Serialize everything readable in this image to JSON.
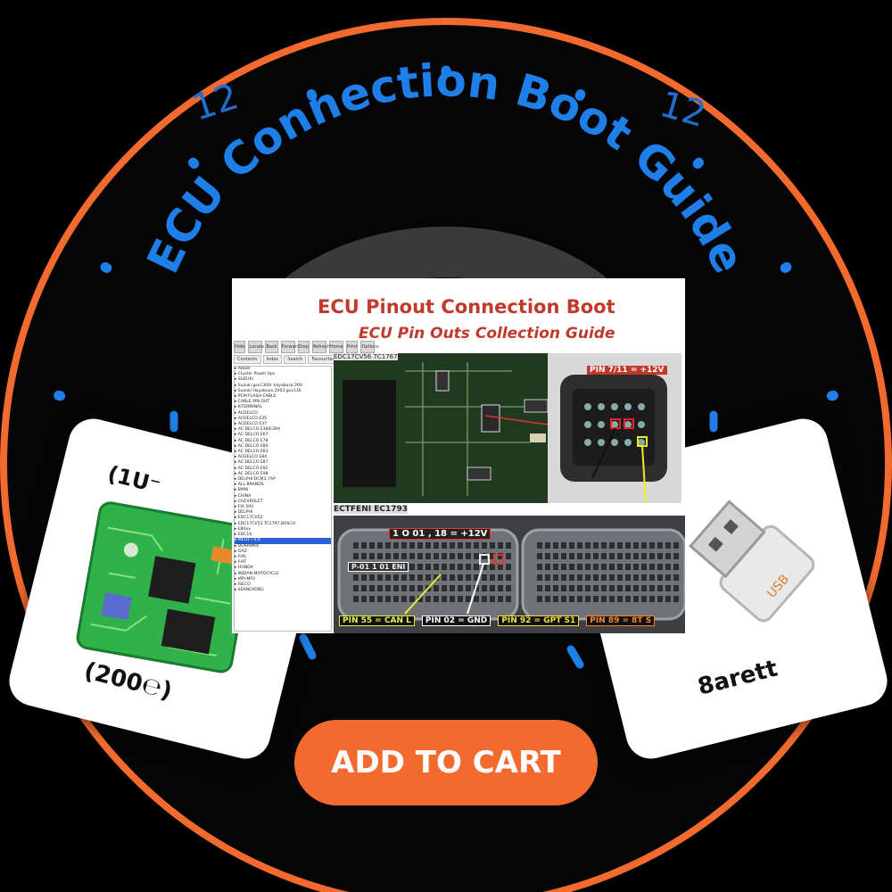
{
  "banner": {
    "curved_title": "ECU Connection Boot Guide",
    "clock_left": "12",
    "clock_right": "12"
  },
  "colors": {
    "accent_blue": "#1f7fe8",
    "accent_orange": "#f26a2e",
    "background": "#000000"
  },
  "card_left": {
    "top_label": "(1U⁻",
    "bottom_label": "(200℮)",
    "icon": "circuit-board-icon"
  },
  "card_right": {
    "bottom_label": "8arett",
    "icon": "usb-drive-icon"
  },
  "screenshot": {
    "title_line1": "ECU Pinout Connection Boot",
    "title_line2": "ECU Pin Outs Collection Guide",
    "toolbar": [
      "Hide",
      "Locate",
      "Back",
      "Forward",
      "Stop",
      "Refresh",
      "Home",
      "Print",
      "Options"
    ],
    "tabs": [
      "Contents",
      "Index",
      "Search",
      "Favourites"
    ],
    "tree": [
      "Abbot",
      "Cluster Power tips",
      "SUZUKI",
      "Suzuki gsx1300r hayabusa 200",
      "Suzuki Hayabusa 2003 gsx130",
      "PCM FLASH CABLE",
      "CABLE PIN OUT",
      "K-TERMINAL",
      "ACDELCO",
      "ACDELCO E35",
      "ACDELCO E37",
      "AC DELCO E38/E39A",
      "AC DELCO E67",
      "AC DELCO E78",
      "AC DELCO E80",
      "AC DELCO E83",
      "ACDELCO E84",
      "AC DELCO E87",
      "AC DELCO E92",
      "AC DELCO E98",
      "DELPHI DCM3.7AP",
      "ALL BRANDS",
      "BMW",
      "CHINA",
      "CHEVROLET",
      "FIA 500",
      "DELPHI",
      "EDC17CV52",
      "EDC17CV53 TC1797 BOSCH",
      "E80xx",
      "EDC16",
      "MED17.9.8",
      "DURAMAX",
      "GAZ",
      "FIAL",
      "FIAT",
      "HONDA",
      "INDIAN MOTOCYCLE",
      "MPI-MFV",
      "ISECO",
      "SSANGYONG"
    ],
    "selected_tree_index": 31,
    "top_image_caption": "EDC17CV56 7C1767",
    "top_pin_label": "PIN 7/11 = +12V",
    "bottom_image_caption": "ECTFENI EC1793",
    "bottom_pin_label_top": "1 O 01 , 18 = +12V",
    "bottom_pin_label_mid": "P-01 1 01 ENI",
    "pins": [
      {
        "text": "PIN 55 = CAN L",
        "color": "#e6f24a"
      },
      {
        "text": "PIN 02 = GND",
        "color": "#ffffff"
      },
      {
        "text": "PIN 92 = GPT  S1",
        "color": "#f2e13a"
      },
      {
        "text": "PIN 89 = 8T  S",
        "color": "#f28a2e"
      }
    ]
  },
  "cta": {
    "label": "ADD TO CART"
  }
}
